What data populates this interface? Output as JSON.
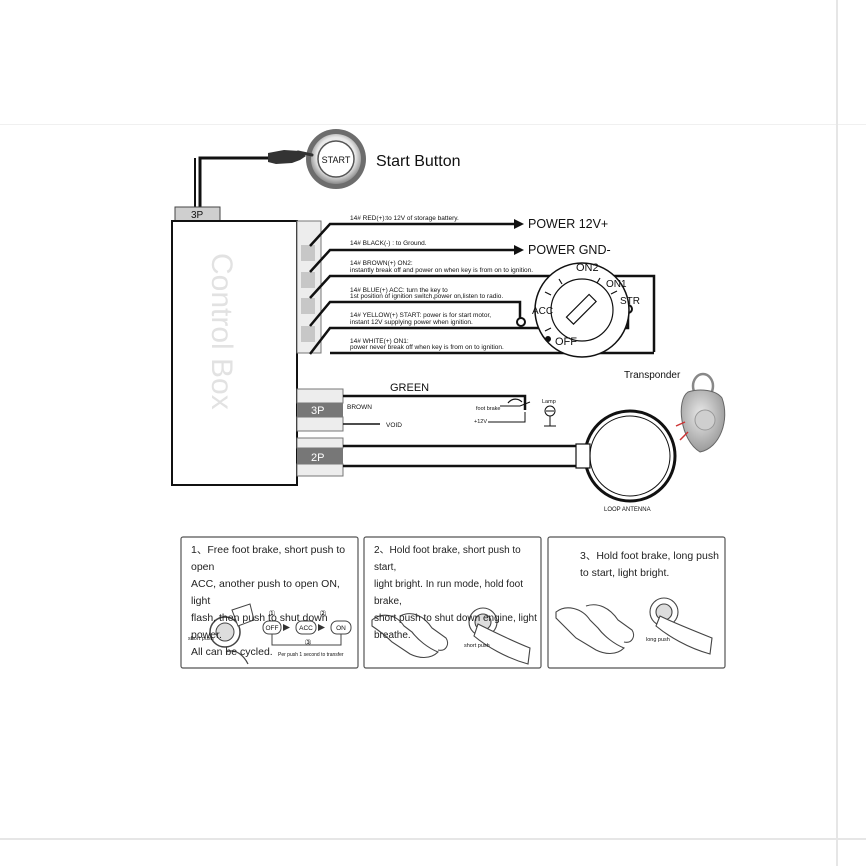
{
  "start_button": {
    "icon_label": "START",
    "caption": "Start Button"
  },
  "control_box": {
    "title": "Control Box",
    "connector_top": "3P",
    "connector_mid": "3P",
    "connector_low": "2P"
  },
  "wires": [
    {
      "desc": "14# RED(+):to 12V of storage battery.",
      "desc2": "",
      "target": "POWER 12V+"
    },
    {
      "desc": "14# BLACK(-) : to Ground.",
      "desc2": "",
      "target": "POWER GND-"
    },
    {
      "desc": "14# BROWN(+)   ON2:",
      "desc2": "instantly break off and power on when key is from on to  ignition.",
      "target": ""
    },
    {
      "desc": "14# BLUE(+)   ACC:  turn the key to",
      "desc2": "1st position of ignition switch,power on,listen to radio.",
      "target": ""
    },
    {
      "desc": "14# YELLOW(+)   START:  power is for start motor,",
      "desc2": "instant 12V supplying power when ignition.",
      "target": ""
    },
    {
      "desc": "14# WHITE(+)   ON1:",
      "desc2": "power never break off when key is from on to ignition.",
      "target": ""
    }
  ],
  "ignition": {
    "on2": "ON2",
    "on1": "ON1",
    "str": "STR",
    "acc": "ACC",
    "off": "OFF"
  },
  "lower": {
    "green": "GREEN",
    "brown": "BROWN",
    "void": "VOID",
    "foot_brake": "foot brake",
    "lamp": "Lamp",
    "plus12v": "+12V",
    "loop_antenna": "LOOP ANTENNA",
    "transponder": "Transponder"
  },
  "panels": [
    {
      "lines": [
        "1、Free foot brake, short push to open",
        "ACC, another push to open ON, light",
        "flash, then push to shut down power.",
        "All can be cycled."
      ],
      "push_label": "short push",
      "states": [
        "OFF",
        "ACC",
        "ON"
      ],
      "steps": [
        "①",
        "②",
        "③"
      ],
      "note": "Per push 1 second to transfer"
    },
    {
      "lines": [
        "2、Hold foot brake, short push to start,",
        "light bright. In run mode, hold foot brake,",
        "short push to shut down engine, light",
        "breathe."
      ],
      "push_label": "short  push"
    },
    {
      "lines": [
        "3、Hold foot brake, long push",
        "to start, light bright."
      ],
      "push_label": "long push"
    }
  ]
}
